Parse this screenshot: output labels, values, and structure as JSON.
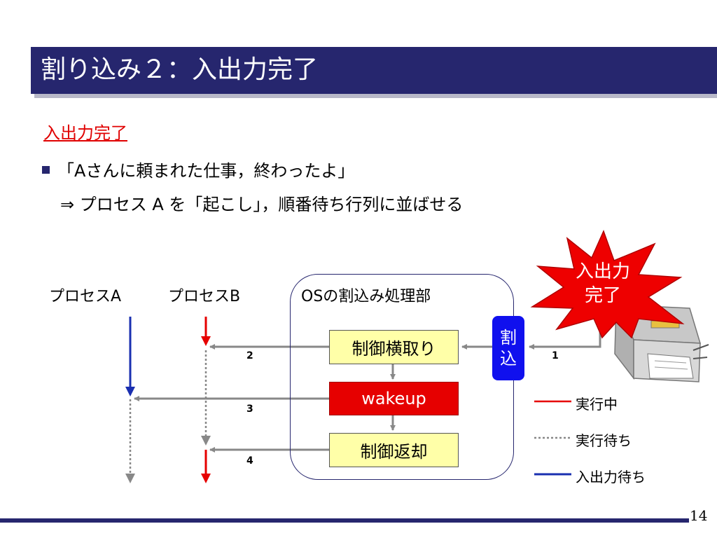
{
  "slide": {
    "title": "割り込み２：入出力完了",
    "subtitle": "入出力完了",
    "bullet": "「Aさんに頼まれた仕事，終わったよ」",
    "arrow_line": "⇒ プロセス A を「起こし」，順番待ち行列に並ばせる",
    "page_number": "14"
  },
  "diagram": {
    "process_a_label": "プロセスA",
    "process_b_label": "プロセスB",
    "os_label": "OSの割込み処理部",
    "box_intercept": "制御横取り",
    "box_wakeup": "wakeup",
    "box_return": "制御返却",
    "interrupt_line1": "割",
    "interrupt_line2": "込",
    "burst_line1": "入出力",
    "burst_line2": "完了",
    "step1": "1",
    "step2": "2",
    "step3": "3",
    "step4": "4"
  },
  "legend": {
    "running": "実行中",
    "waiting": "実行待ち",
    "io_waiting": "入出力待ち"
  },
  "colors": {
    "title_bar": "#26266e",
    "running": "#e60000",
    "waiting": "#888888",
    "io_waiting": "#1a2fb0",
    "interrupt": "#1010ee",
    "box_fill": "#ffffa8"
  },
  "icons": {
    "printer": "printer-icon",
    "burst": "burst-star"
  }
}
